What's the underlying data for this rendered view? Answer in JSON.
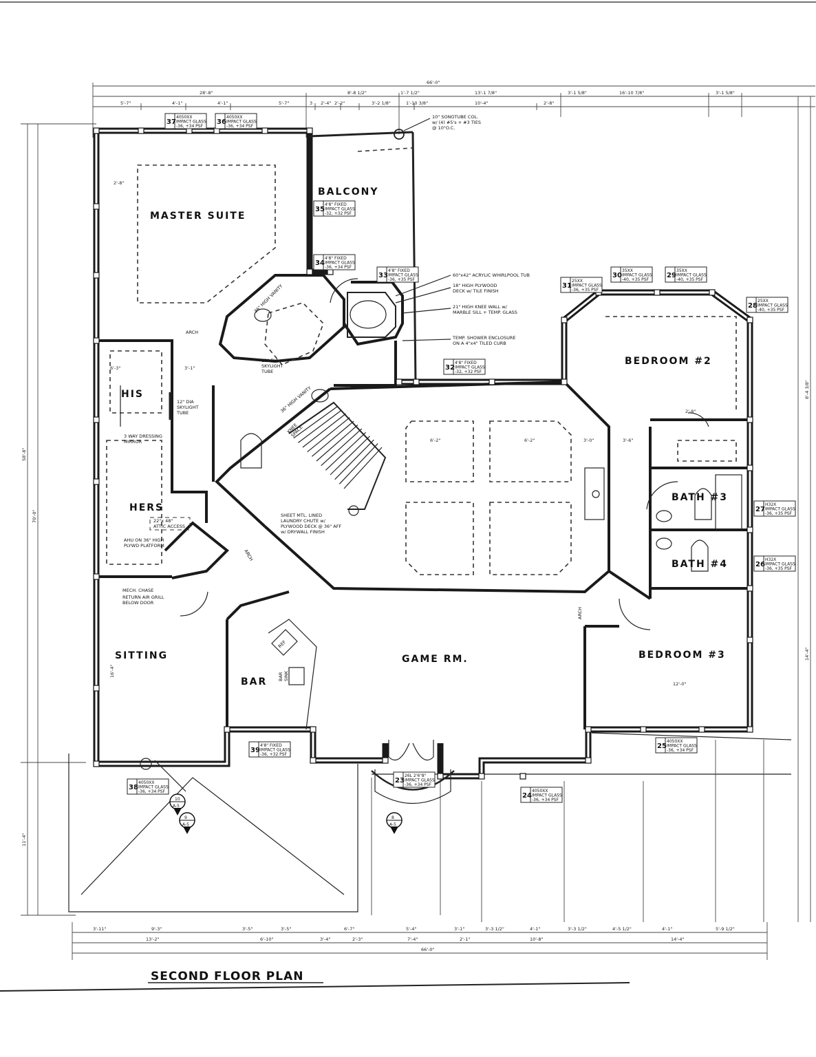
{
  "title": "SECOND FLOOR PLAN",
  "rooms": {
    "master_suite": "MASTER SUITE",
    "balcony": "BALCONY",
    "his": "HIS",
    "hers": "HERS",
    "bedroom2": "BEDROOM #2",
    "bedroom3": "BEDROOM #3",
    "bath3": "BATH #3",
    "bath4": "BATH #4",
    "sitting": "SITTING",
    "bar": "BAR",
    "game_rm": "GAME RM."
  },
  "notes": {
    "sonotube": [
      "10\" SONOTUBE COL.",
      "w/ (4) #5's + #3 TIES",
      "@ 10\"O.C."
    ],
    "whirlpool": "60\"x42\" ACRYLIC WHIRLPOOL TUB",
    "plywood_deck": [
      "18\" HIGH PLYWOOD",
      "DECK w/ TILE FINISH"
    ],
    "knee_wall": [
      "21\" HIGH KNEE WALL w/",
      "MARBLE SILL + TEMP. GLASS"
    ],
    "shower": [
      "TEMP. SHOWER ENCLOSURE",
      "ON A 4\"x4\" TILED CURB"
    ],
    "skylight1": [
      "12\" DIA",
      "SKYLIGHT",
      "TUBE"
    ],
    "skylight2": [
      "12\" DIA",
      "SKYLIGHT",
      "TUBE"
    ],
    "dressing": [
      "3 WAY DRESSING",
      "MIRROR"
    ],
    "attic": [
      "22\"x 48\"",
      "ATTIC ACCESS"
    ],
    "ahu": [
      "AHU ON 36\" HIGH",
      "PLYWD PLATFORM"
    ],
    "chute": [
      "SHEET MTL. LINED",
      "LAUNDRY CHUTE w/",
      "PLYWOOD DECK @ 36\" AFF",
      "w/ DRYWALL FINISH"
    ],
    "mech": [
      "MECH. CHASE",
      "RETURN AIR GRILL",
      "BELOW DOOR"
    ],
    "vanity1": "36\" HIGH VANITY",
    "vanity2": "36\" HIGH VANITY",
    "knee_space": [
      "KNEE",
      "SPACE"
    ],
    "arch1": "ARCH",
    "arch2": "ARCH",
    "arch3": "ARCH",
    "bar_sink": [
      "BAR",
      "SINK"
    ],
    "ref": "REF"
  },
  "window_tags": [
    {
      "num": "37",
      "line1": "4050XX",
      "line2": "IMPACT GLASS",
      "line3": "-36, +34 PSF"
    },
    {
      "num": "36",
      "line1": "4050XX",
      "line2": "IMPACT GLASS",
      "line3": "-36, +34 PSF"
    },
    {
      "num": "35",
      "line1": "4'8\" FIXED",
      "line2": "IMPACT GLASS",
      "line3": "-32, +32 PSF"
    },
    {
      "num": "34",
      "line1": "4'8\" FIXED",
      "line2": "IMPACT GLASS",
      "line3": "-36, +34 PSF"
    },
    {
      "num": "33",
      "line1": "4'8\" FIXED",
      "line2": "IMPACT GLASS",
      "line3": "-36, +35 PSF"
    },
    {
      "num": "32",
      "line1": "4'8\" FIXED",
      "line2": "IMPACT GLASS",
      "line3": "-32, +32 PSF"
    },
    {
      "num": "31",
      "line1": "25XX",
      "line2": "IMPACT GLASS",
      "line3": "-36, +35 PSF"
    },
    {
      "num": "30",
      "line1": "35XX",
      "line2": "IMPACT GLASS",
      "line3": "-40, +35 PSF"
    },
    {
      "num": "29",
      "line1": "35XX",
      "line2": "IMPACT GLASS",
      "line3": "-40, +35 PSF"
    },
    {
      "num": "28",
      "line1": "25XX",
      "line2": "IMPACT GLASS",
      "line3": "-40, +35 PSF"
    },
    {
      "num": "27",
      "line1": "H32X",
      "line2": "IMPACT GLASS",
      "line3": "-36, +35 PSF"
    },
    {
      "num": "26",
      "line1": "H32X",
      "line2": "IMPACT GLASS",
      "line3": "-36, +35 PSF"
    },
    {
      "num": "25",
      "line1": "4050XX",
      "line2": "IMPACT GLASS",
      "line3": "-36, +34 PSF"
    },
    {
      "num": "24",
      "line1": "4050XX",
      "line2": "IMPACT GLASS",
      "line3": "-36, +34 PSF"
    },
    {
      "num": "23",
      "line1": "26L 2'6\"8\"",
      "line2": "IMPACT GLASS",
      "line3": "-36, +34 PSF"
    },
    {
      "num": "39",
      "line1": "4'8\" FIXED",
      "line2": "IMPACT GLASS",
      "line3": "-36, +32 PSF"
    },
    {
      "num": "38",
      "line1": "4050XX",
      "line2": "IMPACT GLASS",
      "line3": "-36, +34 PSF"
    }
  ],
  "dims_top_overall": "66'-0\"",
  "dims_top_row1": [
    "28'-8\"",
    "8'-8 1/2\"",
    "1'-7 1/2\"",
    "13'-1 7/8\"",
    "3'-1 5/8\"",
    "16'-10 7/8\"",
    "3'-1 5/8\""
  ],
  "dims_top_row2": [
    "5'-7\"",
    "4'-1\"",
    "4'-1\"",
    "5'-7\"",
    "3",
    "2'-4\"",
    "2'-2\"",
    "3'-2 1/8\"",
    "1'-10 3/8\"",
    "10'-4\"",
    "2'-8\""
  ],
  "dims_bottom_row1": [
    "3'-11\"",
    "9'-3\"",
    "3'-5\"",
    "3'-5\"",
    "6'-7\"",
    "5'-4\"",
    "3'-1\"",
    "3'-3 1/2\"",
    "4'-1\"",
    "3'-3 1/2\"",
    "4'-5 1/2\"",
    "4'-1\"",
    "5'-9 1/2\""
  ],
  "dims_bottom_row2": [
    "13'-2\"",
    "6'-10\"",
    "3'-4\"",
    "2'-3\"",
    "7'-4\"",
    "2'-1\"",
    "10'-8\"",
    "14'-4\""
  ],
  "dims_bottom_overall": "66'-0\"",
  "dims_left": [
    "58'-8\"",
    "70'-0\"",
    "11'-4\""
  ],
  "dims_right": [
    "8'-4 3/8\"",
    "14'-4\""
  ],
  "interior_dims": [
    "6'-2\"",
    "6'-2\"",
    "3'-0\"",
    "3'-6\"",
    "2'-8\"",
    "16'-4\"",
    "12'-0\"",
    "6'-3\"",
    "3'-1\"",
    "2'-8\""
  ],
  "sections": [
    "10",
    "A-5",
    "9",
    "A-5",
    "8",
    "A-5"
  ]
}
